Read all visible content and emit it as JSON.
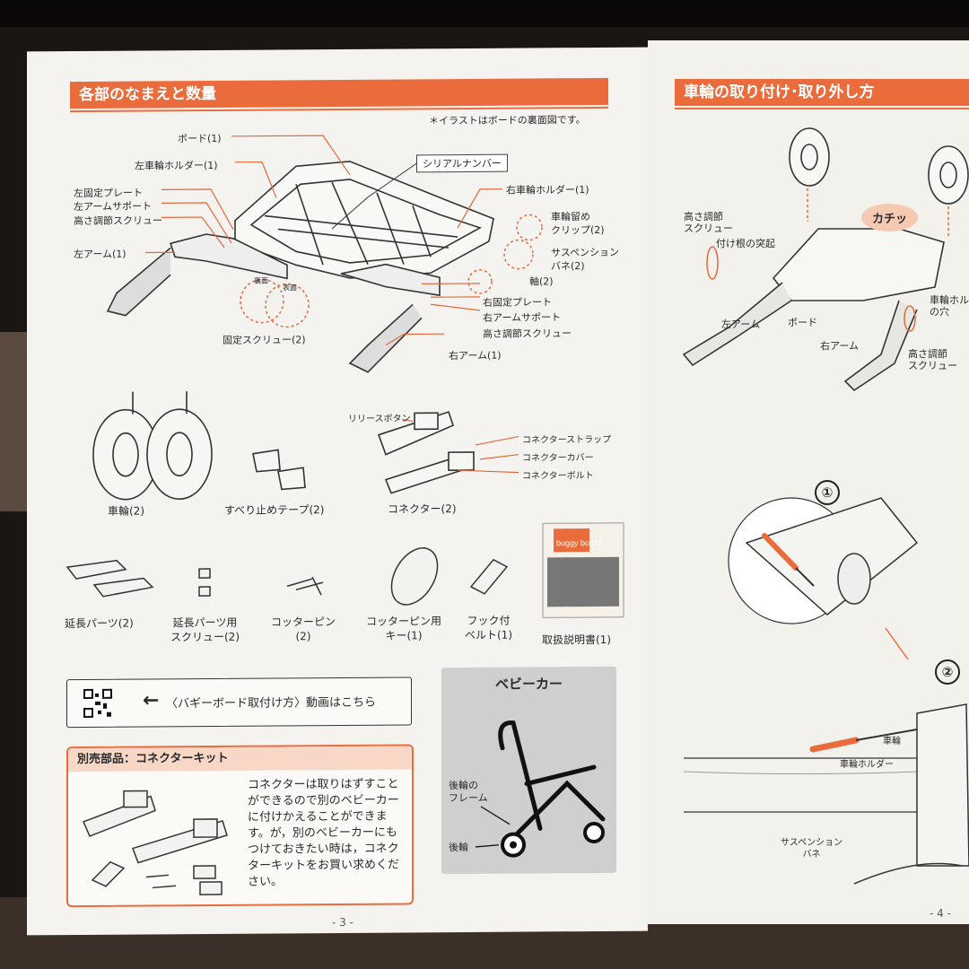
{
  "left_page": {
    "header": "各部のなまえと数量",
    "note": "＊イラストはボードの裏面図です。",
    "serial_label": "シリアルナンバー",
    "parts_labels": {
      "board": "ボード(1)",
      "left_wheel_holder": "左車輪ホルダー(1)",
      "left_fixed_plate": "左固定プレート",
      "left_arm_support": "左アームサポート",
      "height_screw_left": "高さ調節スクリュー",
      "left_arm": "左アーム(1)",
      "fix_screw": "固定スクリュー(2)",
      "back_side": "裏面",
      "front_side": "表面",
      "right_wheel_holder": "右車輪ホルダー(1)",
      "wheel_clip_1": "車輪留め",
      "wheel_clip_2": "クリップ(2)",
      "suspension_1": "サスペンション",
      "suspension_2": "バネ(2)",
      "axle": "軸(2)",
      "right_fixed_plate": "右固定プレート",
      "right_arm_support": "右アームサポート",
      "height_screw_right": "高さ調節スクリュー",
      "right_arm": "右アーム(1)"
    },
    "items_row1": [
      {
        "label": "車輪(2)"
      },
      {
        "label": "すべり止めテープ(2)"
      },
      {
        "label": "コネクター(2)"
      }
    ],
    "connector_parts": {
      "release": "リリースボタン",
      "strap": "コネクターストラップ",
      "cover": "コネクターカバー",
      "bolt": "コネクターボルト"
    },
    "items_row2": [
      {
        "line1": "延長パーツ(2)",
        "line2": ""
      },
      {
        "line1": "延長パーツ用",
        "line2": "スクリュー(2)"
      },
      {
        "line1": "コッターピン",
        "line2": "(2)"
      },
      {
        "line1": "コッターピン用",
        "line2": "キー(1)"
      },
      {
        "line1": "フック付",
        "line2": "ベルト(1)"
      },
      {
        "line1": "取扱説明書(1)",
        "line2": ""
      }
    ],
    "manual_cover_title": "buggy board",
    "video_text": "〈バギーボード取付け方〉動画はこちら",
    "kit": {
      "title": "別売部品：コネクターキット",
      "body": "コネクターは取りはずすことができるので別のベビーカーに付けかえることができます。が，別のベビーカーにもつけておきたい時は，コネクターキットをお買い求めください。"
    },
    "stroller": {
      "title": "ベビーカー",
      "rear_frame": "後輪の\nフレーム",
      "rear_wheel": "後輪"
    },
    "page_number": "- 3 -"
  },
  "right_page": {
    "header": "車輪の取り付け･取り外し方",
    "labels": {
      "height_screw": "高さ調節\nスクリュー",
      "protrusion": "付け根の突起",
      "kachi": "カチッ",
      "wheel_hole": "車輪ホル\nの穴",
      "left_arm": "左アーム",
      "board": "ボード",
      "right_arm": "右アーム",
      "height_screw2": "高さ調節\nスクリュー",
      "step1": "①",
      "step2": "②",
      "wheel": "車輪",
      "wheel_holder": "車輪ホルダー",
      "suspension": "サスペンション\nバネ"
    },
    "page_number": "- 4 -"
  },
  "colors": {
    "accent": "#ea6b3c",
    "kit_header": "#f8d7c6",
    "stroller_bg": "#cfcfcf"
  }
}
